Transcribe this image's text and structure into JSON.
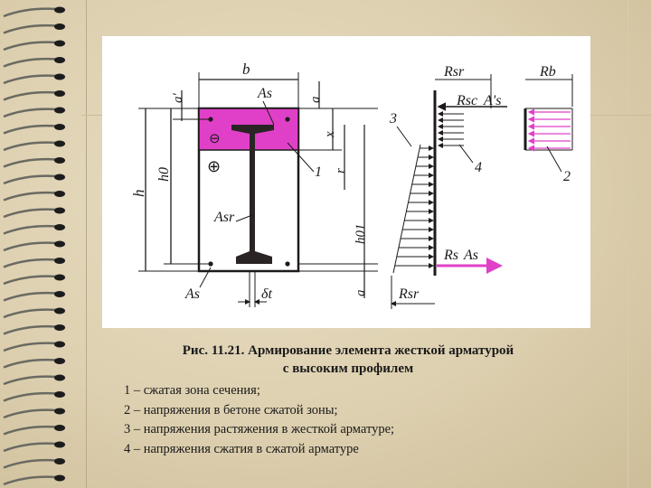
{
  "figure": {
    "labels": {
      "b": "b",
      "a_prime": "a'",
      "As_top": "As",
      "a_top": "a",
      "x": "x",
      "r": "r",
      "h": "h",
      "h0": "h0",
      "h01": "h01",
      "Asr": "Asr",
      "As_bottom": "As",
      "delta_t": "δt",
      "a_bottom": "a",
      "Rsr_top": "Rsr",
      "Rsc": "Rsc",
      "As_prime_force": "A's",
      "Rsr_bottom": "Rsr",
      "Rs": "Rs",
      "As_force": "As",
      "Rb": "Rb",
      "n1": "1",
      "n2": "2",
      "n3": "3",
      "n4": "4",
      "plus": "⊕",
      "minus": "⊖"
    }
  },
  "caption": {
    "line1": "Рис. 11.21. Армирование элемента жесткой арматурой",
    "line2": "с высоким профилем"
  },
  "legend": [
    "1 – сжатая зона сечения;",
    "2 – напряжения в бетоне сжатой зоны;",
    "3 – напряжения растяжения в жесткой арматуре;",
    "4 – напряжения сжатия в сжатой арматуре"
  ],
  "colors": {
    "compressed_zone": "#e040c8",
    "force_arrow": "#e040c8",
    "ink": "#1e1a1a"
  }
}
